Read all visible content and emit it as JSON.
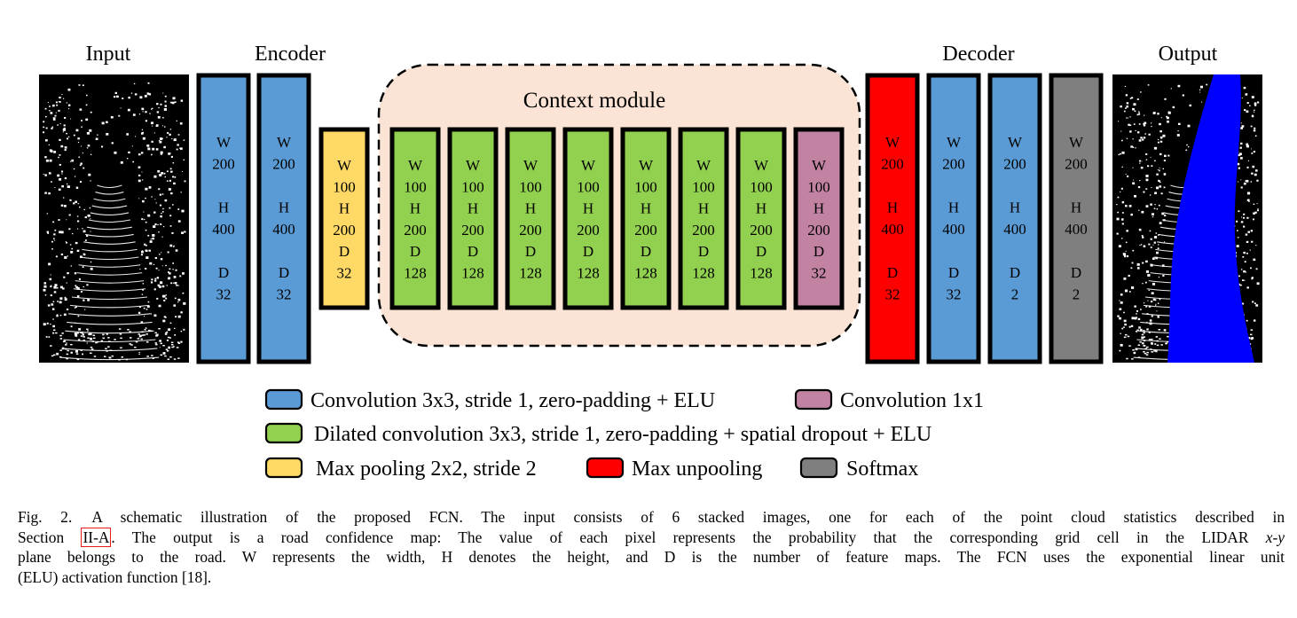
{
  "headings": {
    "input": "Input",
    "encoder": "Encoder",
    "context": "Context module",
    "decoder": "Decoder",
    "output": "Output"
  },
  "images": {
    "input": {
      "name": "lidar-input-image",
      "road": false
    },
    "output": {
      "name": "road-confidence-output-image",
      "road": true,
      "road_color": "#0000ff"
    }
  },
  "colors": {
    "conv": "#5b9bd5",
    "pool": "#ffd966",
    "dilated": "#92d050",
    "conv1x1": "#c283a3",
    "unpool": "#ff0000",
    "softmax": "#7f7f7f",
    "context_bg": "#fbe4d5"
  },
  "layers": [
    {
      "name": "encoder-conv-1",
      "type": "conv",
      "size": "large",
      "lines": [
        "W",
        "200",
        "",
        "H",
        "400",
        "",
        "D",
        "32"
      ]
    },
    {
      "name": "encoder-conv-2",
      "type": "conv",
      "size": "large",
      "lines": [
        "W",
        "200",
        "",
        "H",
        "400",
        "",
        "D",
        "32"
      ]
    },
    {
      "name": "encoder-maxpool",
      "type": "pool",
      "size": "small",
      "lines": [
        "W",
        "100",
        "H",
        "200",
        "D",
        "32"
      ]
    },
    {
      "name": "context-dilated-1",
      "type": "dilated",
      "size": "small",
      "lines": [
        "W",
        "100",
        "H",
        "200",
        "D",
        "128"
      ]
    },
    {
      "name": "context-dilated-2",
      "type": "dilated",
      "size": "small",
      "lines": [
        "W",
        "100",
        "H",
        "200",
        "D",
        "128"
      ]
    },
    {
      "name": "context-dilated-3",
      "type": "dilated",
      "size": "small",
      "lines": [
        "W",
        "100",
        "H",
        "200",
        "D",
        "128"
      ]
    },
    {
      "name": "context-dilated-4",
      "type": "dilated",
      "size": "small",
      "lines": [
        "W",
        "100",
        "H",
        "200",
        "D",
        "128"
      ]
    },
    {
      "name": "context-dilated-5",
      "type": "dilated",
      "size": "small",
      "lines": [
        "W",
        "100",
        "H",
        "200",
        "D",
        "128"
      ]
    },
    {
      "name": "context-dilated-6",
      "type": "dilated",
      "size": "small",
      "lines": [
        "W",
        "100",
        "H",
        "200",
        "D",
        "128"
      ]
    },
    {
      "name": "context-dilated-7",
      "type": "dilated",
      "size": "small",
      "lines": [
        "W",
        "100",
        "H",
        "200",
        "D",
        "128"
      ]
    },
    {
      "name": "context-conv1x1",
      "type": "conv1x1",
      "size": "small",
      "lines": [
        "W",
        "100",
        "H",
        "200",
        "D",
        "32"
      ]
    },
    {
      "name": "decoder-maxunpool",
      "type": "unpool",
      "size": "large",
      "lines": [
        "W",
        "200",
        "",
        "H",
        "400",
        "",
        "D",
        "32"
      ]
    },
    {
      "name": "decoder-conv-1",
      "type": "conv",
      "size": "large",
      "lines": [
        "W",
        "200",
        "",
        "H",
        "400",
        "",
        "D",
        "32"
      ]
    },
    {
      "name": "decoder-conv-2",
      "type": "conv",
      "size": "large",
      "lines": [
        "W",
        "200",
        "",
        "H",
        "400",
        "",
        "D",
        "2"
      ]
    },
    {
      "name": "decoder-softmax",
      "type": "softmax",
      "size": "large",
      "lines": [
        "W",
        "200",
        "",
        "H",
        "400",
        "",
        "D",
        "2"
      ]
    }
  ],
  "legend": [
    {
      "name": "legend-conv",
      "type": "conv",
      "label": "Convolution 3x3, stride 1, zero-padding + ELU"
    },
    {
      "name": "legend-conv1x1",
      "type": "conv1x1",
      "label": "Convolution 1x1"
    },
    {
      "name": "legend-dilated",
      "type": "dilated",
      "label": "Dilated convolution 3x3, stride 1, zero-padding + spatial dropout + ELU"
    },
    {
      "name": "legend-pool",
      "type": "pool",
      "label": "Max pooling 2x2, stride 2"
    },
    {
      "name": "legend-unpool",
      "type": "unpool",
      "label": "Max unpooling"
    },
    {
      "name": "legend-softmax",
      "type": "softmax",
      "label": "Softmax"
    }
  ],
  "caption": {
    "label": "Fig. 2.",
    "line1": "A schematic illustration of the proposed FCN. The input consists of 6 stacked images, one for each of the point cloud statistics described in",
    "line2_a": "Section",
    "line2_ref": "II-A",
    "line2_b": ". The output is a road confidence map: The value of each pixel represents the probability that the corresponding grid cell in the LIDAR",
    "line2_math": "x-y",
    "line3": "plane belongs to the road. W represents the width, H denotes the height, and D is the number of feature maps. The FCN uses the exponential linear unit",
    "line4": "(ELU) activation function [18]."
  }
}
